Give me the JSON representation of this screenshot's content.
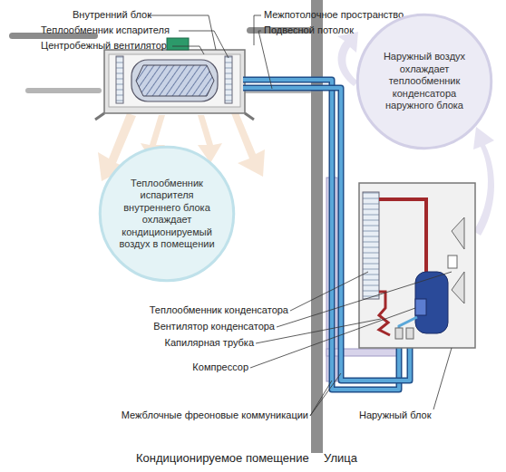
{
  "diagram": {
    "nodes": [
      {
        "text": [
          "Наружный воздух охлаждает теплообменник конденсатора наружного блока"
        ]
      },
      {
        "text": [
          "Теплообменник испарителя внутреннего блока охлаждает кондиционируемый воздух в помещении"
        ]
      }
    ],
    "labels": [
      "Внутренний блок",
      "Теплообменник испарителя",
      "Центробежный вентилятор",
      "Межпотолочное пространство",
      "Подвесной потолок",
      "Теплообменник конденсатора",
      "Вентилятор конденсатора",
      "Капилярная трубка",
      "Компрессор",
      "Межблочные фреоновые коммуникации",
      "Наружный блок",
      "Кондиционируемое помещение",
      "Улица"
    ]
  }
}
